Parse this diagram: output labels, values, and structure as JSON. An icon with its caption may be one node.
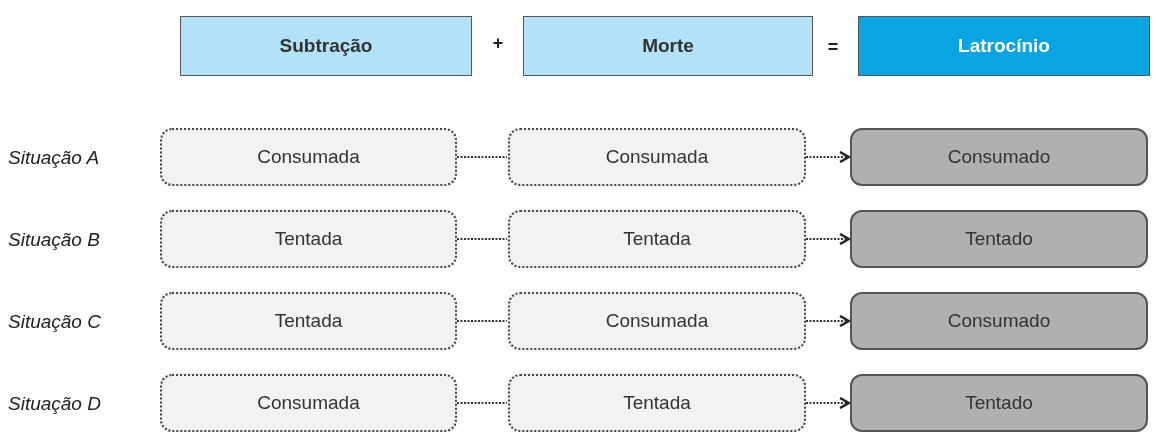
{
  "diagram": {
    "nodes": [
      {
        "text": [
          "Subtração"
        ]
      },
      {
        "text": [
          "Morte"
        ]
      },
      {
        "text": [
          "Latrocínio"
        ]
      },
      {
        "text": [
          "Consumada"
        ]
      },
      {
        "text": [
          "Consumada"
        ]
      },
      {
        "text": [
          "Consumado"
        ]
      },
      {
        "text": [
          "Tentada"
        ]
      },
      {
        "text": [
          "Tentada"
        ]
      },
      {
        "text": [
          "Tentado"
        ]
      },
      {
        "text": [
          "Tentada"
        ]
      },
      {
        "text": [
          "Consumada"
        ]
      },
      {
        "text": [
          "Consumado"
        ]
      },
      {
        "text": [
          "Consumada"
        ]
      },
      {
        "text": [
          "Tentada"
        ]
      },
      {
        "text": [
          "Tentado"
        ]
      }
    ],
    "edges": [
      {
        "from": 3,
        "to": 4,
        "arrow": "none",
        "style": "dashed"
      },
      {
        "from": 4,
        "to": 5,
        "arrow": "to",
        "style": "dashed"
      },
      {
        "from": 6,
        "to": 7,
        "arrow": "none",
        "style": "dashed"
      },
      {
        "from": 7,
        "to": 8,
        "arrow": "to",
        "style": "dashed"
      },
      {
        "from": 9,
        "to": 10,
        "arrow": "none",
        "style": "dashed"
      },
      {
        "from": 10,
        "to": 11,
        "arrow": "to",
        "style": "dashed"
      },
      {
        "from": 12,
        "to": 13,
        "arrow": "none",
        "style": "dashed"
      },
      {
        "from": 13,
        "to": 14,
        "arrow": "to",
        "style": "dashed"
      }
    ],
    "labels": [
      "+",
      "=",
      "Situação A",
      "Situação B",
      "Situação C",
      "Situação D"
    ]
  }
}
